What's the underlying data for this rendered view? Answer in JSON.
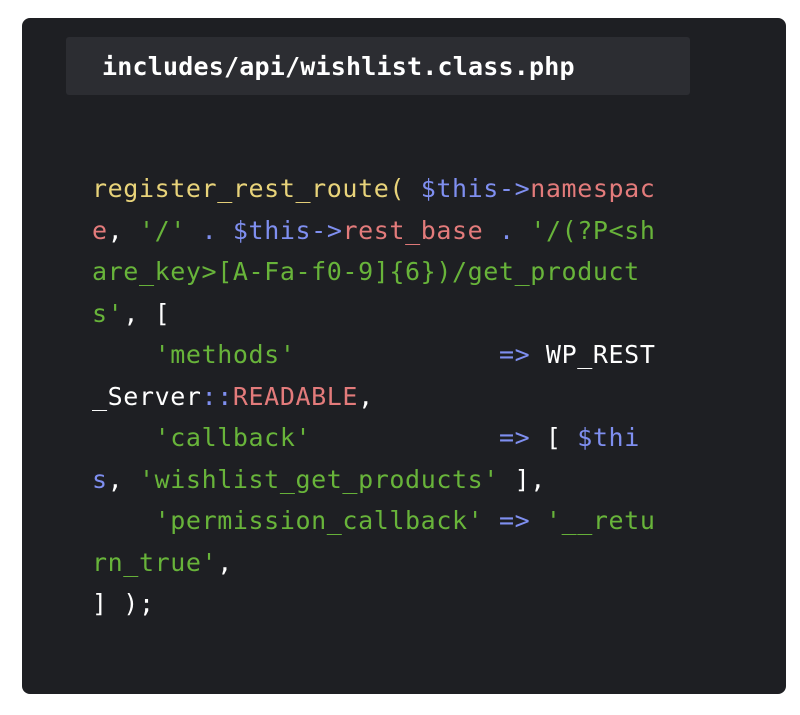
{
  "file_tab": {
    "name": "includes/api/wishlist.class.php"
  },
  "colors": {
    "background": "#1e1f23",
    "tab_background": "#2c2d32",
    "function": "#e8d37a",
    "variable": "#7f8ff0",
    "property": "#e37b7b",
    "string": "#68b43a",
    "plain": "#ffffff"
  },
  "code_lines": [
    [
      {
        "t": "register_rest_route(",
        "c": "yellow"
      },
      {
        "t": " ",
        "c": "white"
      },
      {
        "t": "$this->",
        "c": "blue"
      },
      {
        "t": "namespac",
        "c": "red"
      }
    ],
    [
      {
        "t": "e",
        "c": "red"
      },
      {
        "t": ", ",
        "c": "white"
      },
      {
        "t": "'/'",
        "c": "green"
      },
      {
        "t": " . ",
        "c": "blue"
      },
      {
        "t": "$this->",
        "c": "blue"
      },
      {
        "t": "rest_base",
        "c": "red"
      },
      {
        "t": " . ",
        "c": "blue"
      },
      {
        "t": "'/(?P<sh",
        "c": "green"
      }
    ],
    [
      {
        "t": "are_key>[A-Fa-f0-9]{6})/get_product",
        "c": "green"
      }
    ],
    [
      {
        "t": "s'",
        "c": "green"
      },
      {
        "t": ", [",
        "c": "white"
      }
    ],
    [
      {
        "t": "    ",
        "c": "white"
      },
      {
        "t": "'methods'",
        "c": "green"
      },
      {
        "t": "             ",
        "c": "white"
      },
      {
        "t": "=>",
        "c": "blue"
      },
      {
        "t": " WP_REST",
        "c": "white"
      }
    ],
    [
      {
        "t": "_Server",
        "c": "white"
      },
      {
        "t": "::",
        "c": "blue"
      },
      {
        "t": "READABLE",
        "c": "red"
      },
      {
        "t": ",",
        "c": "white"
      }
    ],
    [
      {
        "t": "    ",
        "c": "white"
      },
      {
        "t": "'callback'",
        "c": "green"
      },
      {
        "t": "            ",
        "c": "white"
      },
      {
        "t": "=>",
        "c": "blue"
      },
      {
        "t": " [ ",
        "c": "white"
      },
      {
        "t": "$thi",
        "c": "blue"
      }
    ],
    [
      {
        "t": "s",
        "c": "blue"
      },
      {
        "t": ", ",
        "c": "white"
      },
      {
        "t": "'wishlist_get_products'",
        "c": "green"
      },
      {
        "t": " ],",
        "c": "white"
      }
    ],
    [
      {
        "t": "    ",
        "c": "white"
      },
      {
        "t": "'permission_callback'",
        "c": "green"
      },
      {
        "t": " ",
        "c": "white"
      },
      {
        "t": "=>",
        "c": "blue"
      },
      {
        "t": " ",
        "c": "white"
      },
      {
        "t": "'__retu",
        "c": "green"
      }
    ],
    [
      {
        "t": "rn_true'",
        "c": "green"
      },
      {
        "t": ",",
        "c": "white"
      }
    ],
    [
      {
        "t": "] );",
        "c": "white"
      }
    ]
  ]
}
